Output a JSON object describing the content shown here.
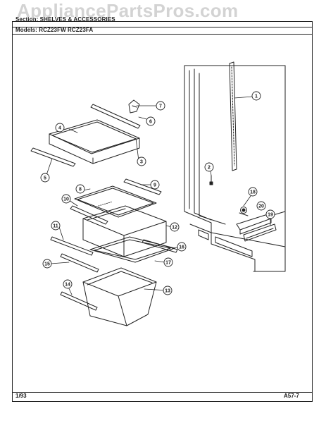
{
  "header": {
    "section_line": "Section: SHELVES & ACCESSORIES",
    "models_line": "Models: RCZ23FW RCZ23FA"
  },
  "watermark": "AppliancePartsPros.com",
  "footer": {
    "date": "1/93",
    "page_code": "A57-7"
  },
  "callouts": [
    "1",
    "2",
    "3",
    "4",
    "5",
    "6",
    "7",
    "8",
    "9",
    "10",
    "11",
    "12",
    "13",
    "14",
    "15",
    "16",
    "17",
    "18",
    "19",
    "20"
  ]
}
